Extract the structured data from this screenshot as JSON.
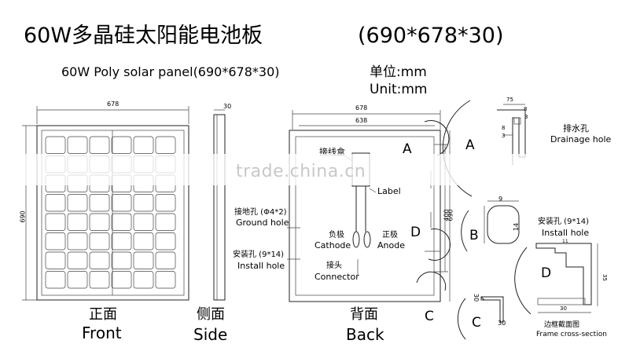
{
  "title_cn": "60W多晶硅太阳能电池板",
  "title_dims": "(690*678*30)",
  "subtitle": "60W Poly  solar  panel(690*678*30)",
  "unit_cn": "单位:mm",
  "unit_en": "Unit:mm",
  "front": {
    "dim_width": "678",
    "dim_height": "690",
    "label_cn": "正面",
    "label_en": "Front"
  },
  "side": {
    "dim_thickness": "30",
    "label_cn": "侧面",
    "label_en": "Side"
  },
  "back": {
    "dim_outer": "678",
    "dim_inner": "638",
    "dim_height_inner": "400",
    "dim_height_outer": "690",
    "junction_box": "接线盒",
    "label": "Label",
    "ground_hole_cn": "接地孔 (Φ4*2)",
    "ground_hole_en": "Ground hole",
    "install_hole_cn": "安装孔 (9*14)",
    "install_hole_en": "Install hole",
    "cathode_cn": "负极",
    "cathode_en": "Cathode",
    "anode_cn": "正极",
    "anode_en": "Anode",
    "connector_cn": "接头",
    "connector_en": "Connector",
    "marker_a": "A",
    "marker_d": "D",
    "marker_c": "C",
    "label_cn": "背面",
    "label_en": "Back"
  },
  "details": {
    "a_letter": "A",
    "a_dim_75": "75",
    "a_dim_8": "8",
    "a_dim_3": "3",
    "a_dim_8b": "8",
    "a_dim_3b": "3",
    "drainage_cn": "排水孔",
    "drainage_en": "Drainage hole",
    "b_letter": "B",
    "b_dim_9": "9",
    "b_dim_14": "14",
    "install_cn": "安装孔 (9*14)",
    "install_en": "Install hole",
    "c_letter": "C",
    "c_dim_30a": "30",
    "c_dim_30b": "30",
    "d_letter": "D",
    "d_dim_35": "35",
    "d_dim_30": "30",
    "d_dim_11": "11",
    "frame_cn": "边框截面图",
    "frame_en": "Frame cross-section"
  },
  "watermark": "trade.china.cn"
}
